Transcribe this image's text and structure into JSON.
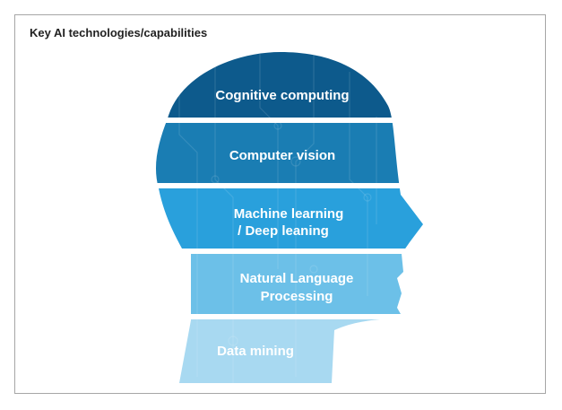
{
  "title": "Key AI technologies/capabilities",
  "layers": [
    {
      "lines": [
        "Cognitive computing"
      ],
      "color": "#0d5a8c"
    },
    {
      "lines": [
        "Computer vision"
      ],
      "color": "#1a7db3"
    },
    {
      "lines": [
        "Machine learning",
        "/ Deep leaning"
      ],
      "color": "#29a0dc"
    },
    {
      "lines": [
        "Natural Language",
        "Processing"
      ],
      "color": "#6cc0e8"
    },
    {
      "lines": [
        "Data mining"
      ],
      "color": "#a8d9f1"
    }
  ]
}
